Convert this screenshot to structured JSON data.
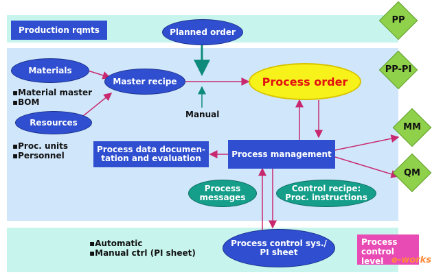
{
  "bands": {
    "pp_label": "PP",
    "pppi_label": "PP-PI",
    "mm_label": "MM",
    "qm_label": "QM"
  },
  "nodes": {
    "production_rqmts": "Production rqmts",
    "planned_order": "Planned order",
    "materials": "Materials",
    "master_recipe": "Master recipe",
    "process_order": "Process order",
    "resources": "Resources",
    "manual": "Manual",
    "process_data_line1": "Process data documen-",
    "process_data_line2": "tation and evaluation",
    "process_management": "Process management",
    "process_messages_line1": "Process",
    "process_messages_line2": "messages",
    "control_recipe_line1": "Control recipe:",
    "control_recipe_line2": "Proc. instructions",
    "pcs_line1": "Process control sys./",
    "pcs_line2": "PI sheet",
    "pc_level_line1": "Process",
    "pc_level_line2": "control level"
  },
  "lists": {
    "materials_items": [
      "Material master",
      "BOM"
    ],
    "resources_items": [
      "Proc. units",
      "Personnel"
    ],
    "control_items": [
      "Automatic",
      "Manual ctrl (PI sheet)"
    ]
  },
  "watermark": "e-works",
  "colors": {
    "band_teal": "#c8f4ee",
    "band_blue": "#cfe6fb",
    "node_blue": "#2f4fd0",
    "node_teal": "#159e8a",
    "process_order_fill": "#f7f21a",
    "process_order_text": "#e31010",
    "diamond_green": "#8fd14a",
    "arrow_pink": "#c8286e",
    "arrow_teal": "#0e8b7a",
    "pc_level_pink": "#e94bb4"
  }
}
